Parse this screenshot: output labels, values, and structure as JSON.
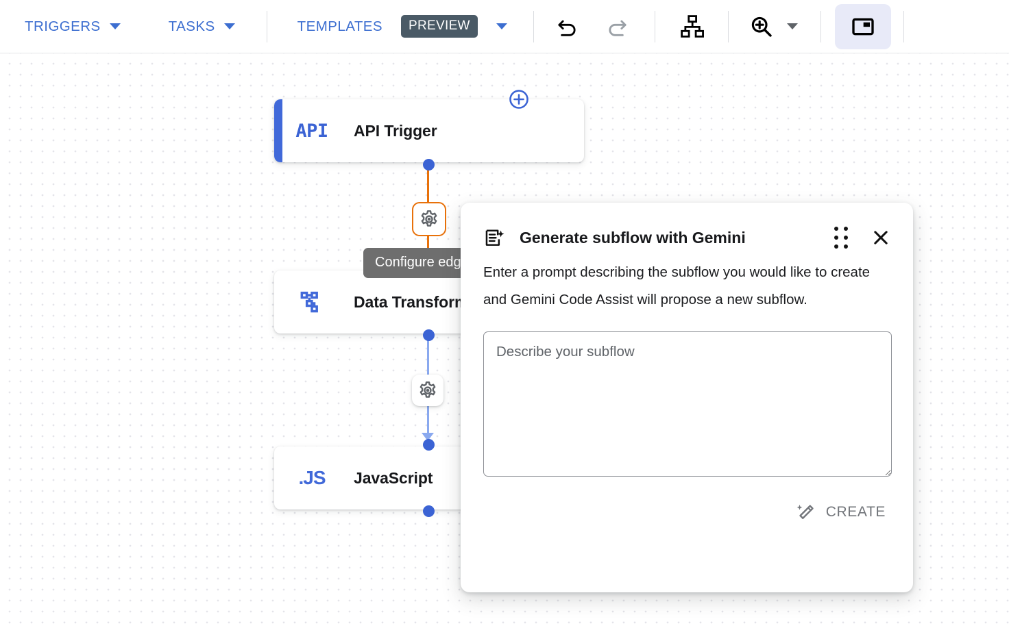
{
  "toolbar": {
    "menus": [
      {
        "label": "TRIGGERS",
        "icon": "chevron-down-icon"
      },
      {
        "label": "TASKS",
        "icon": "chevron-down-icon"
      },
      {
        "label": "TEMPLATES",
        "icon": "chevron-down-icon",
        "badge": "PREVIEW"
      }
    ],
    "buttons": [
      {
        "name": "undo-button",
        "icon": "undo-icon",
        "state": "enabled"
      },
      {
        "name": "redo-button",
        "icon": "redo-icon",
        "state": "disabled"
      },
      {
        "name": "auto-layout-button",
        "icon": "sitemap-icon",
        "state": "enabled"
      },
      {
        "name": "zoom-button",
        "icon": "zoom-in-icon",
        "state": "enabled"
      },
      {
        "name": "toggle-side-panel-button",
        "icon": "side-panel-icon",
        "state": "active"
      }
    ],
    "accent_color": "#3c6ed0",
    "badge_color": "#4a5a66",
    "active_button_bg": "#e8eaf8"
  },
  "canvas": {
    "nodes": [
      {
        "id": "api-trigger",
        "title": "API Trigger",
        "icon": "api-icon",
        "icon_text": "API",
        "accent": true,
        "accent_color": "#4169d9"
      },
      {
        "id": "data-transformer",
        "title": "Data Transformer",
        "icon": "data-transformer-icon",
        "accent": false
      },
      {
        "id": "javascript",
        "title": "JavaScript",
        "icon": "javascript-icon",
        "icon_text": ".JS",
        "accent": false
      }
    ],
    "edges": [
      {
        "from": "api-trigger",
        "to": "data-transformer",
        "color": "#e8710a",
        "selected": true,
        "gear_label": "Configure edge"
      },
      {
        "from": "data-transformer",
        "to": "javascript",
        "color": "#8aa9ef",
        "selected": false
      }
    ],
    "tooltip": "Configure edge",
    "add_node_icon": "plus-circle-icon",
    "connector_color": "#3b63d4"
  },
  "dialog": {
    "title": "Generate subflow with Gemini",
    "title_icon": "gemini-summarize-icon",
    "drag_handle_icon": "drag-handle-icon",
    "close_icon": "close-icon",
    "body": "Enter a prompt describing the subflow you would like to create and Gemini Code Assist will propose a new subflow.",
    "textarea": {
      "placeholder": "Describe your subflow",
      "value": ""
    },
    "create_label": "CREATE",
    "create_icon": "magic-wand-icon",
    "create_enabled": false
  }
}
